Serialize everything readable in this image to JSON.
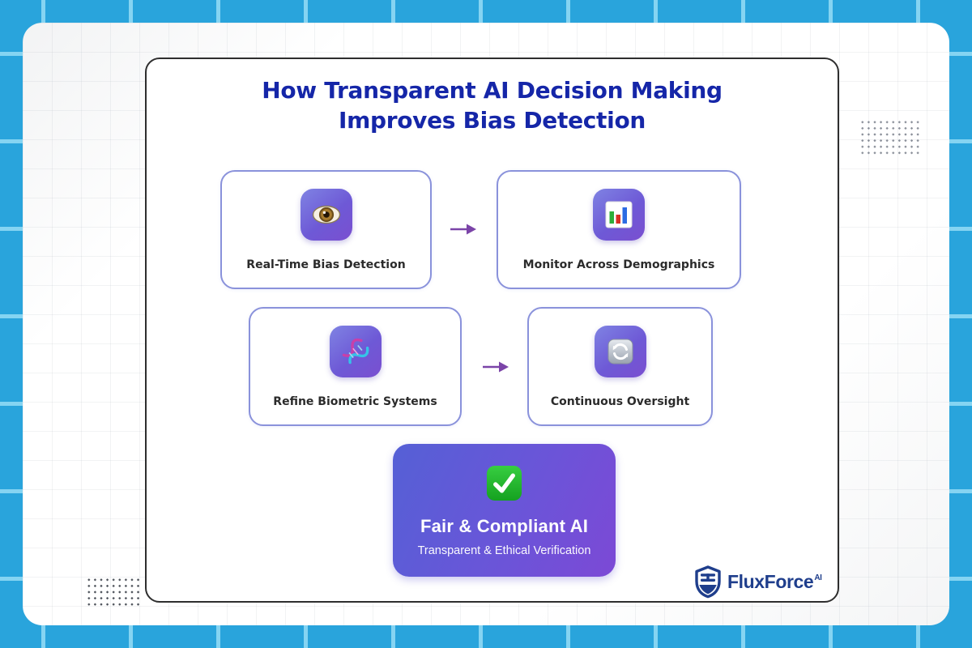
{
  "title": "How Transparent AI Decision Making Improves Bias Detection",
  "boxes": [
    {
      "label": "Real-Time Bias Detection",
      "icon": "eye-icon"
    },
    {
      "label": "Monitor Across Demographics",
      "icon": "bar-chart-icon"
    },
    {
      "label": "Refine Biometric Systems",
      "icon": "dna-icon"
    },
    {
      "label": "Continuous Oversight",
      "icon": "refresh-icon"
    }
  ],
  "result": {
    "title": "Fair & Compliant AI",
    "subtitle": "Transparent & Ethical Verification",
    "icon": "check-mark-icon"
  },
  "brand": {
    "name": "FluxForce",
    "superscript": "AI",
    "icon": "shield-icon"
  },
  "colors": {
    "background_blue": "#29A4DC",
    "grid_line_blue": "#85D4F2",
    "title_text": "#1526A8",
    "box_border": "#8A92DB",
    "label_text": "#2B2B2B",
    "arrow_purple": "#7B44A8",
    "tile_gradient_start": "#7F83E3",
    "tile_gradient_end": "#7A4FD0",
    "result_gradient_start": "#5560D6",
    "result_gradient_end": "#7C49D6",
    "check_green": "#22B32B",
    "brand_navy": "#1F3E8C"
  }
}
